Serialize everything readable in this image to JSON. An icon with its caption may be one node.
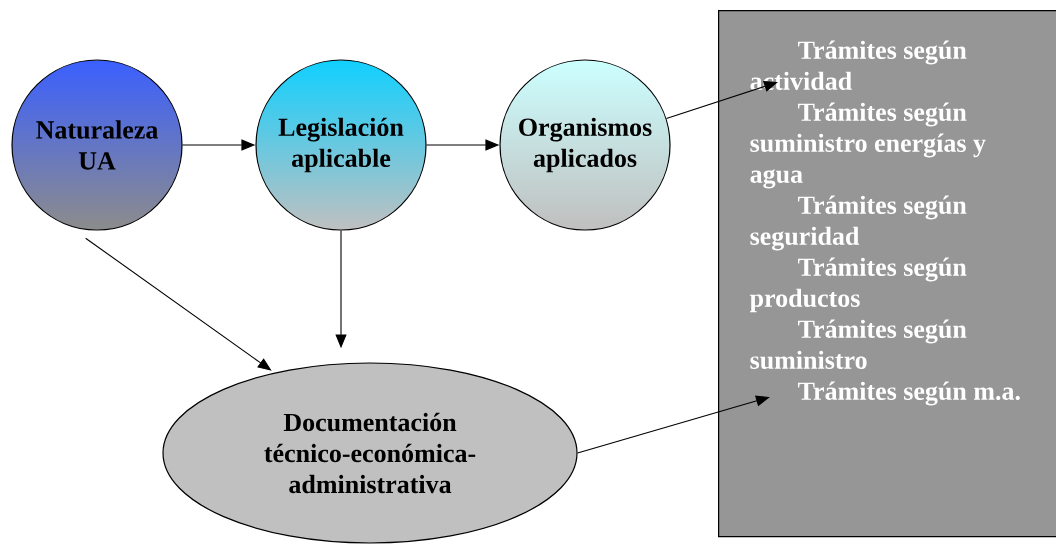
{
  "diagram": {
    "nodes": [
      {
        "text": [
          "Naturaleza UA"
        ]
      },
      {
        "text": [
          "Legislación aplicable"
        ]
      },
      {
        "text": [
          "Organismos aplicados"
        ]
      },
      {
        "text": [
          "Documentación técnico-económica-administrativa"
        ]
      },
      {
        "text": [
          "Trámites según actividad",
          "Trámites según suministro energías y agua",
          "Trámites según seguridad",
          "Trámites según productos",
          "Trámites según suministro",
          "Trámites según m.a."
        ]
      }
    ],
    "edges": [
      {
        "from": 0,
        "to": 1,
        "arrow": "to"
      },
      {
        "from": 1,
        "to": 2,
        "arrow": "to"
      },
      {
        "from": 0,
        "to": 3,
        "arrow": "to"
      },
      {
        "from": 1,
        "to": 3,
        "arrow": "to"
      },
      {
        "from": 2,
        "to": 4,
        "arrow": "to"
      },
      {
        "from": 3,
        "to": 4,
        "arrow": "to"
      }
    ]
  }
}
